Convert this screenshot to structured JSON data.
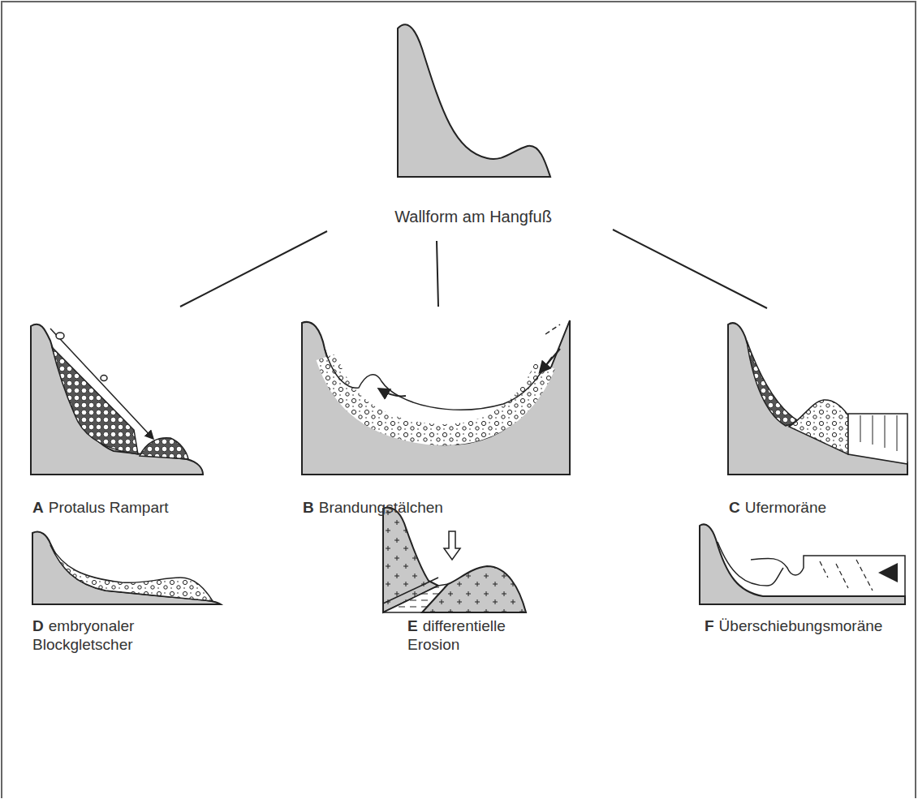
{
  "diagram": {
    "labels": [
      "Wallform am Hangfuß",
      "A",
      "Protalus Rampart",
      "B",
      "Brandungstälchen",
      "C",
      "Ufermoräne",
      "D",
      "embryonaler Blockgletscher",
      "E",
      "differentielle Erosion",
      "F",
      "Überschiebungsmoräne"
    ]
  }
}
